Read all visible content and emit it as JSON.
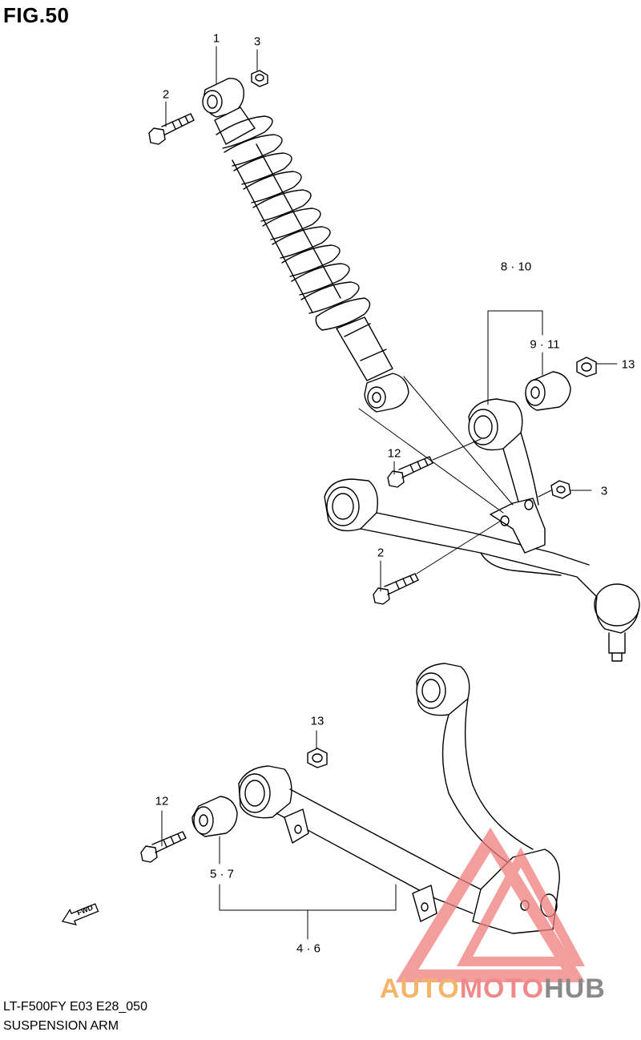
{
  "figure": {
    "title": "FIG.50"
  },
  "callouts": [
    {
      "id": "c1",
      "text": "1"
    },
    {
      "id": "c3a",
      "text": "3"
    },
    {
      "id": "c2a",
      "text": "2"
    },
    {
      "id": "c810",
      "text": "8 · 10"
    },
    {
      "id": "c911",
      "text": "9 · 11"
    },
    {
      "id": "c13a",
      "text": "13"
    },
    {
      "id": "c12a",
      "text": "12"
    },
    {
      "id": "c3b",
      "text": "3"
    },
    {
      "id": "c2b",
      "text": "2"
    },
    {
      "id": "c13b",
      "text": "13"
    },
    {
      "id": "c12b",
      "text": "12"
    },
    {
      "id": "c57",
      "text": "5 · 7"
    },
    {
      "id": "c46",
      "text": "4 · 6"
    }
  ],
  "fwd_badge": "FWD",
  "footer": {
    "code": "LT-F500FY E03 E28_050",
    "name": "SUSPENSION ARM"
  },
  "watermark": {
    "part_a": "AUTO",
    "part_b": "MOTO",
    "part_c": "HUB",
    "colors": {
      "orange": "#f4b56b",
      "red": "#f08a8a",
      "gray": "#8a8a8a"
    }
  }
}
